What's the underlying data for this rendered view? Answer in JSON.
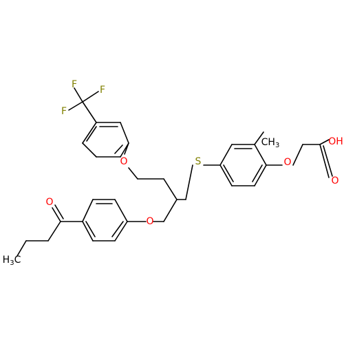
{
  "colors": {
    "bond": "#000000",
    "O": "#ff0000",
    "F": "#808000",
    "S": "#808000",
    "C": "#000000"
  },
  "atoms": {
    "f1": "F",
    "f2": "F",
    "f3": "F",
    "o_ether_top": "O",
    "o_ether_mid": "O",
    "o_ketone": "O",
    "s": "S",
    "ch3_top": "CH",
    "ch3_top_sub": "3",
    "o_ether_right": "O",
    "oh": "OH",
    "o_acid": "O",
    "h3c": "H",
    "h3c_sub": "3",
    "h3c_c": "C"
  }
}
